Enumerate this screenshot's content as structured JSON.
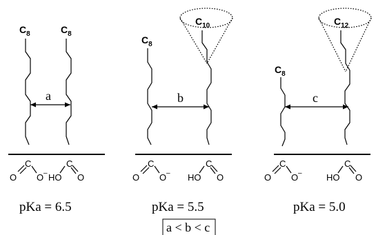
{
  "panels": [
    {
      "id": "left",
      "chains": [
        {
          "base": "C",
          "sub": "8"
        },
        {
          "base": "C",
          "sub": "8"
        }
      ],
      "distance_label": "a",
      "pka": "pKa = 6.5",
      "atoms": {
        "carbon": "C",
        "oxygen": "O",
        "charge": "–",
        "hydroxyl": "HO"
      }
    },
    {
      "id": "middle",
      "chains": [
        {
          "base": "C",
          "sub": "8"
        },
        {
          "base": "C",
          "sub": "10"
        }
      ],
      "distance_label": "b",
      "pka": "pKa = 5.5",
      "atoms": {
        "carbon": "C",
        "oxygen": "O",
        "charge": "–",
        "hydroxyl": "HO"
      }
    },
    {
      "id": "right",
      "chains": [
        {
          "base": "C",
          "sub": "8"
        },
        {
          "base": "C",
          "sub": "12"
        }
      ],
      "distance_label": "c",
      "pka": "pKa = 5.0",
      "atoms": {
        "carbon": "C",
        "oxygen": "O",
        "charge": "–",
        "hydroxyl": "HO"
      }
    }
  ],
  "relation": "a < b < c"
}
